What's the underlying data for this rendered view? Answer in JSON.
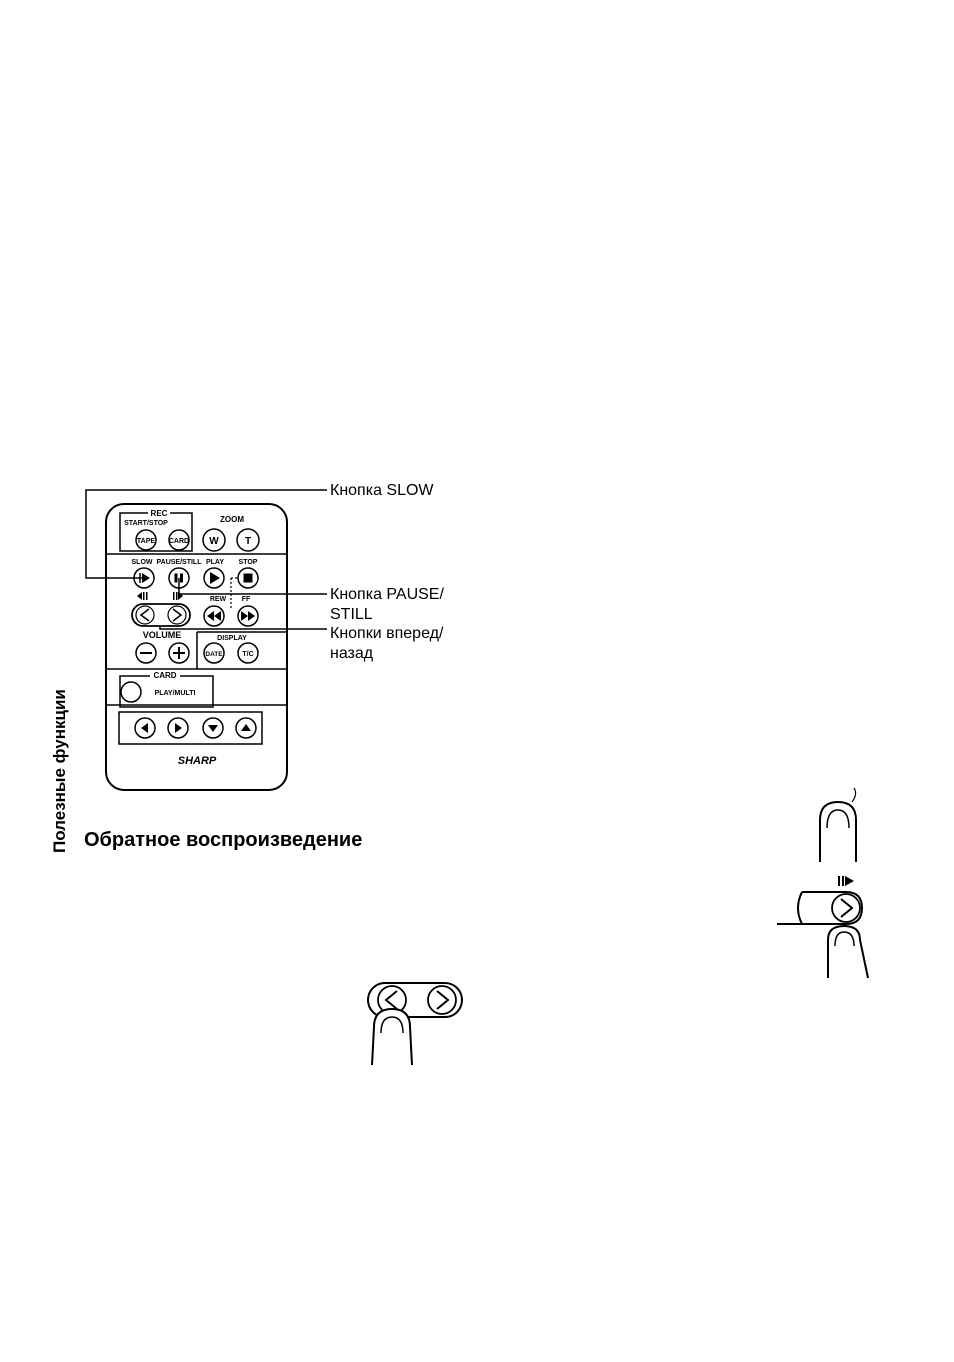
{
  "page": {
    "side_tab": "Полезные функции",
    "heading": "Обратное воспроизведение"
  },
  "callouts": {
    "slow": "Кнопка SLOW",
    "pause_line1": "Кнопка PAUSE/",
    "pause_line2": "STILL",
    "fwdback_line1": "Кнопки вперед/",
    "fwdback_line2": "назад"
  },
  "remote": {
    "brand": "SHARP",
    "rec": "REC",
    "start_stop": "START/STOP",
    "tape": "TAPE",
    "card": "CARD",
    "zoom": "ZOOM",
    "zoom_w": "W",
    "zoom_t": "T",
    "slow": "SLOW",
    "pause_still": "PAUSE/STILL",
    "play": "PLAY",
    "stop": "STOP",
    "rew": "REW",
    "ff": "FF",
    "volume": "VOLUME",
    "display": "DISPLAY",
    "date": "DATE",
    "tc": "T/C",
    "card_section": "CARD",
    "play_multi": "PLAY/MULTI"
  },
  "icons": [
    "slow-play-icon",
    "pause-icon",
    "play-icon",
    "stop-icon",
    "rewind-icon",
    "fast-forward-icon",
    "frame-back-icon",
    "frame-forward-icon",
    "arrow-left-icon",
    "arrow-right-icon",
    "arrow-down-icon",
    "arrow-up-icon",
    "minus-icon",
    "plus-icon",
    "finger-icon"
  ]
}
